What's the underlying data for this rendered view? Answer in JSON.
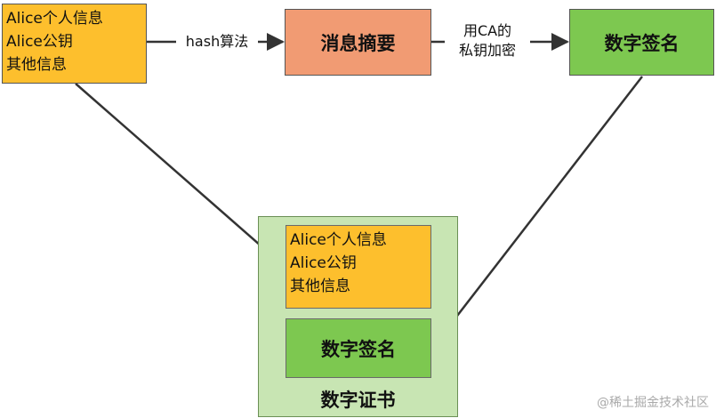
{
  "nodes": {
    "alice_info": {
      "lines": [
        "Alice个人信息",
        "Alice公钥",
        "其他信息"
      ]
    },
    "digest": {
      "label": "消息摘要"
    },
    "signature": {
      "label": "数字签名"
    },
    "certificate": {
      "label": "数字证书",
      "info_lines": [
        "Alice个人信息",
        "Alice公钥",
        "其他信息"
      ],
      "signature_label": "数字签名"
    }
  },
  "edges": {
    "hash": {
      "label": "hash算法"
    },
    "encrypt": {
      "label_lines": [
        "用CA的",
        "私钥加密"
      ]
    }
  },
  "watermark": "@稀土掘金技术社区",
  "colors": {
    "info_box": "#fdbf2d",
    "digest_box": "#f19b73",
    "signature_box": "#7dc850",
    "certificate_box": "#c8e5b3",
    "arrow": "#333333"
  }
}
